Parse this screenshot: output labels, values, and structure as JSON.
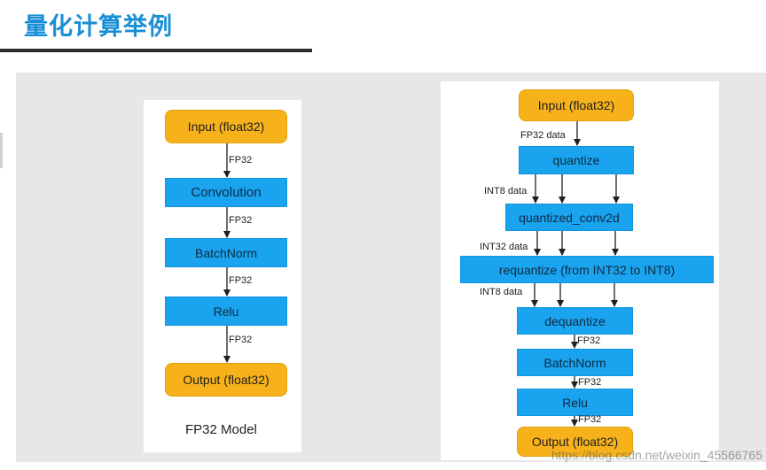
{
  "slide": {
    "title": "量化计算举例"
  },
  "fp32_model": {
    "caption": "FP32 Model",
    "nodes": {
      "input": "Input (float32)",
      "conv": "Convolution",
      "batchnorm": "BatchNorm",
      "relu": "Relu",
      "output": "Output (float32)"
    },
    "edge_labels": [
      "FP32",
      "FP32",
      "FP32",
      "FP32"
    ]
  },
  "quant_model": {
    "nodes": {
      "input": "Input (float32)",
      "quantize": "quantize",
      "qconv": "quantized_conv2d",
      "requantize": "requantize (from INT32 to INT8)",
      "dequantize": "dequantize",
      "batchnorm": "BatchNorm",
      "relu": "Relu",
      "output": "Output (float32)"
    },
    "edge_labels": {
      "fp32_data": "FP32 data",
      "int8_data_1": "INT8 data",
      "int32_data": "INT32 data",
      "int8_data_2": "INT8 data",
      "fp32_a": "FP32",
      "fp32_b": "FP32",
      "fp32_c": "FP32"
    }
  },
  "watermark": "https://blog.csdn.net/weixin_45566765",
  "colors": {
    "title": "#1a8fd6",
    "io_node": "#f7b21b",
    "op_node": "#1aa3ee",
    "background": "#e7e7e7"
  }
}
